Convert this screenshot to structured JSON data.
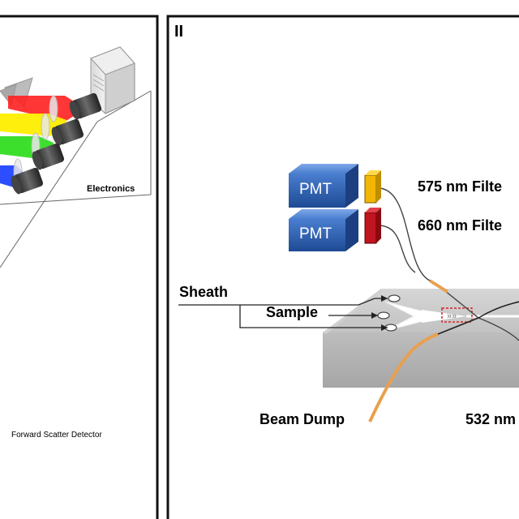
{
  "panel_left": {
    "electronics_label": "Electronics",
    "forward_scatter_label": "Forward Scatter Detector"
  },
  "panel_right": {
    "panel_number": "II",
    "pmt_top_label": "PMT",
    "pmt_bottom_label": "PMT",
    "filter_top_label": "575 nm Filte",
    "filter_bottom_label": "660 nm Filte",
    "sheath_label": "Sheath",
    "sample_label": "Sample",
    "beam_dump_label": "Beam Dump",
    "laser_label": "532 nm"
  },
  "colors": {
    "panel_border": "#111111",
    "pmt_blue": "#2a5aa8",
    "filter_yellow": "#f2b705",
    "filter_red": "#c0141e",
    "fiber_orange": "#e8a050",
    "chip_gray": "#c8c8c8",
    "beam_red": "#ff2020",
    "beam_yellow": "#ffee00",
    "beam_green": "#33dd22",
    "beam_blue": "#2244ff"
  }
}
